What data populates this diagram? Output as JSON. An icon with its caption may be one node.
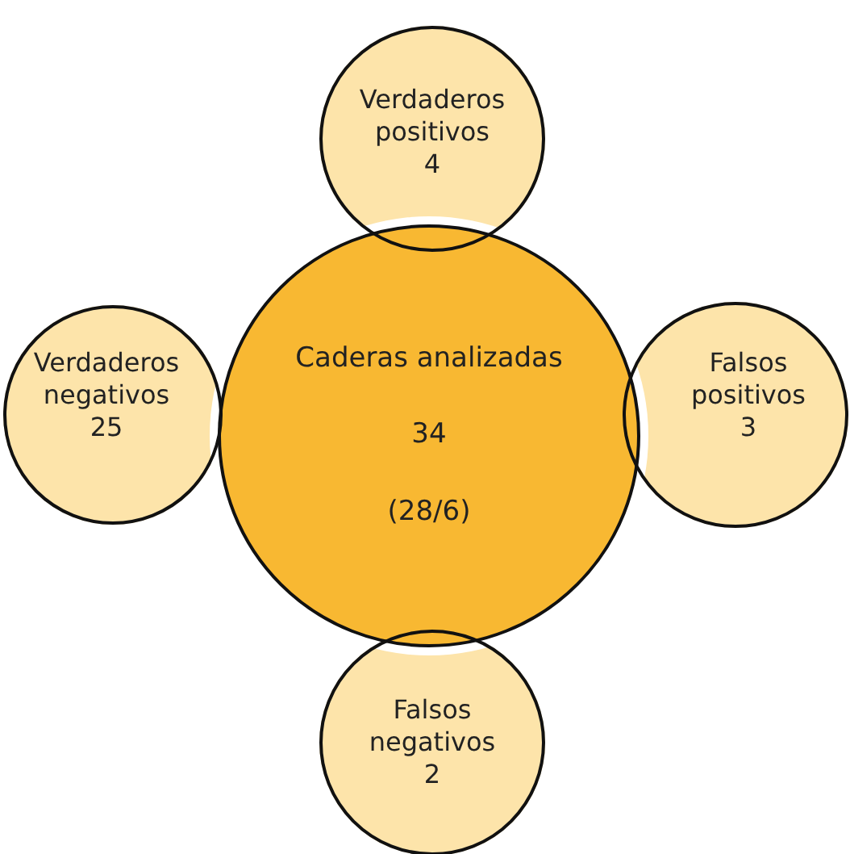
{
  "diagram": {
    "nodes": [
      {
        "text": [
          "Caderas analizadas",
          "34",
          "(28/6)"
        ]
      },
      {
        "text": [
          "Verdaderos positivos",
          "4"
        ]
      },
      {
        "text": [
          "Verdaderos negativos",
          "25"
        ]
      },
      {
        "text": [
          "Falsos positivos",
          "3"
        ]
      },
      {
        "text": [
          "Falsos negativos",
          "2"
        ]
      }
    ]
  }
}
